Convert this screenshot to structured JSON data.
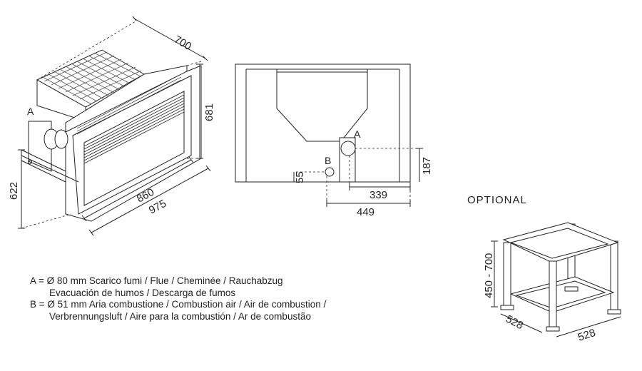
{
  "fireplace_3d": {
    "dim_depth": "700",
    "dim_height": "681",
    "dim_inner_width": "860",
    "dim_outer_width": "975",
    "dim_flue_height": "622",
    "label_a": "A"
  },
  "rear_view": {
    "label_a": "A",
    "label_b": "B",
    "dim_187": "187",
    "dim_55": "55",
    "dim_339": "339",
    "dim_449": "449"
  },
  "optional_stand": {
    "title": "OPTIONAL",
    "dim_height": "450 - 700",
    "dim_depth": "528",
    "dim_width": "528"
  },
  "legend": {
    "a_line1": "A = Ø 80 mm  Scarico fumi / Flue / Cheminée / Rauchabzug",
    "a_line2": "Evacuación de humos / Descarga de fumos",
    "b_line1": "B = Ø 51 mm  Aria combustione / Combustion air / Air de combustion /",
    "b_line2": "Verbrennungsluft  / Aire para la combustión / Ar de combustão"
  },
  "colors": {
    "line": "#222222",
    "grille": "#555555",
    "background": "#ffffff"
  }
}
